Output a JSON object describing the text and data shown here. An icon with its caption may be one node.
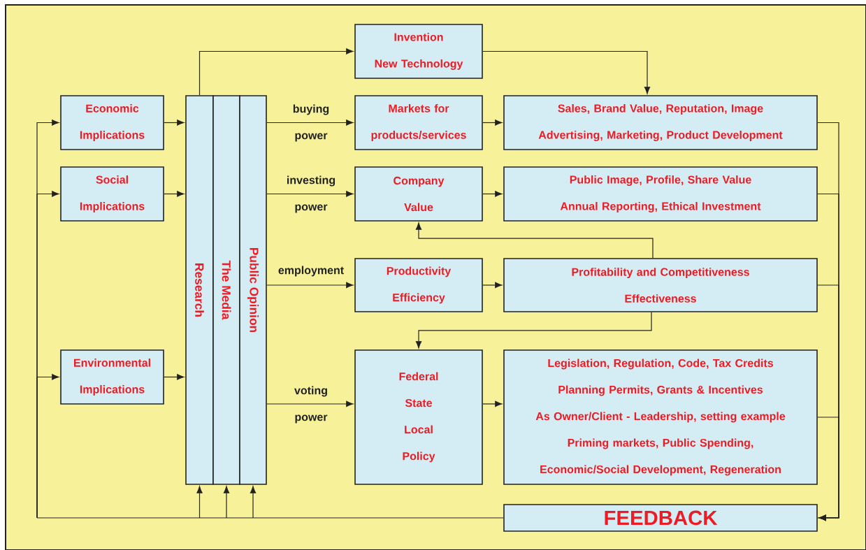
{
  "diagram": {
    "nodes": [
      {
        "text": [
          "Economic Implications"
        ]
      },
      {
        "text": [
          "Social Implications"
        ]
      },
      {
        "text": [
          "Environmental Implications"
        ]
      },
      {
        "text": [
          "Research"
        ]
      },
      {
        "text": [
          "The Media"
        ]
      },
      {
        "text": [
          "Public Opinion"
        ]
      },
      {
        "text": [
          "Invention",
          "New Technology"
        ]
      },
      {
        "text": [
          "Markets for products/services"
        ]
      },
      {
        "text": [
          "Sales, Brand Value, Reputation, Image",
          "Advertising, Marketing, Product Development"
        ]
      },
      {
        "text": [
          "Company Value"
        ]
      },
      {
        "text": [
          "Public Image, Profile, Share Value",
          "Annual Reporting, Ethical Investment"
        ]
      },
      {
        "text": [
          "Productivity",
          "Efficiency"
        ]
      },
      {
        "text": [
          "Profitability and Competitiveness",
          "Effectiveness"
        ]
      },
      {
        "text": [
          "Federal",
          "State",
          "Local",
          "Policy"
        ]
      },
      {
        "text": [
          "Legislation, Regulation, Code, Tax Credits",
          "Planning Permits, Grants & Incentives",
          "As Owner/Client - Leadership, setting example",
          "Priming markets, Public Spending,",
          "Economic/Social Development, Regeneration"
        ]
      },
      {
        "text": [
          "FEEDBACK"
        ]
      }
    ],
    "edges": [
      {
        "from": 0,
        "to": 3,
        "arrow": "to"
      },
      {
        "from": 1,
        "to": 3,
        "arrow": "to"
      },
      {
        "from": 2,
        "to": 3,
        "arrow": "to"
      },
      {
        "from": 3,
        "to": 6,
        "arrow": "to"
      },
      {
        "from": 5,
        "to": 7,
        "arrow": "to",
        "label": "buying power"
      },
      {
        "from": 5,
        "to": 9,
        "arrow": "to",
        "label": "investing power"
      },
      {
        "from": 5,
        "to": 11,
        "arrow": "to",
        "label": "employment"
      },
      {
        "from": 5,
        "to": 13,
        "arrow": "to",
        "label": "voting power"
      },
      {
        "from": 6,
        "to": 8,
        "arrow": "to"
      },
      {
        "from": 7,
        "to": 8,
        "arrow": "to"
      },
      {
        "from": 9,
        "to": 10,
        "arrow": "to"
      },
      {
        "from": 11,
        "to": 12,
        "arrow": "to"
      },
      {
        "from": 13,
        "to": 14,
        "arrow": "to"
      },
      {
        "from": 12,
        "to": 9,
        "arrow": "to"
      },
      {
        "from": 12,
        "to": 13,
        "arrow": "to"
      },
      {
        "from": 8,
        "to": 15,
        "arrow": "to"
      },
      {
        "from": 10,
        "to": 15,
        "arrow": "to"
      },
      {
        "from": 12,
        "to": 15,
        "arrow": "to"
      },
      {
        "from": 14,
        "to": 15,
        "arrow": "to"
      },
      {
        "from": 15,
        "to": 0,
        "arrow": "to"
      },
      {
        "from": 15,
        "to": 1,
        "arrow": "to"
      },
      {
        "from": 15,
        "to": 2,
        "arrow": "to"
      },
      {
        "from": 15,
        "to": 3,
        "arrow": "to"
      },
      {
        "from": 15,
        "to": 4,
        "arrow": "to"
      },
      {
        "from": 15,
        "to": 5,
        "arrow": "to"
      }
    ]
  }
}
